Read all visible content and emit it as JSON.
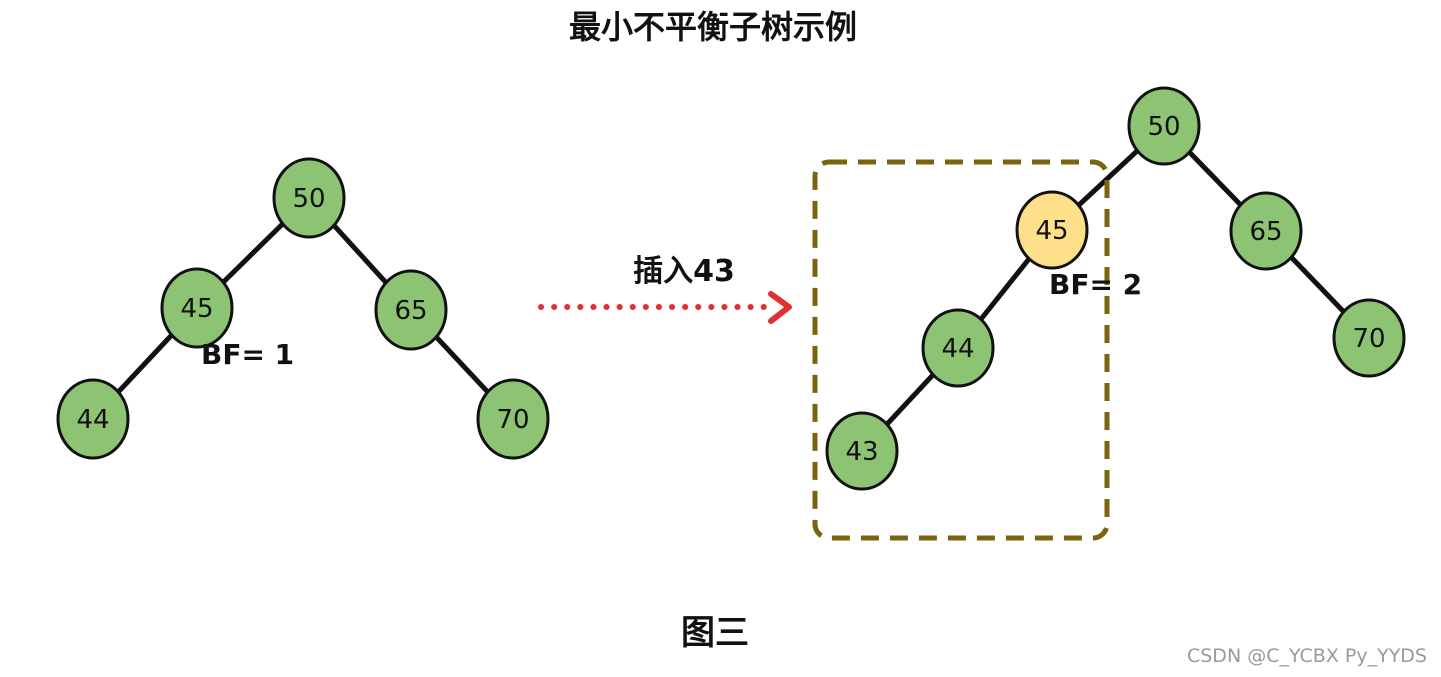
{
  "title": "最小不平衡子树示例",
  "caption": "图三",
  "watermark": "CSDN @C_YCBX Py_YYDS",
  "colors": {
    "node_fill": "#8cc474",
    "highlight_fill": "#ffe08a",
    "node_stroke": "#111111",
    "edge": "#111111",
    "arrow": "#e03030",
    "box": "#7a6410"
  },
  "before": {
    "nodes": [
      "50",
      "45",
      "65",
      "44",
      "70"
    ],
    "bf_label": "BF= 1"
  },
  "arrow_label": "插入43",
  "after": {
    "nodes": [
      "50",
      "45",
      "65",
      "44",
      "70",
      "43"
    ],
    "bf_label": "BF= 2"
  }
}
